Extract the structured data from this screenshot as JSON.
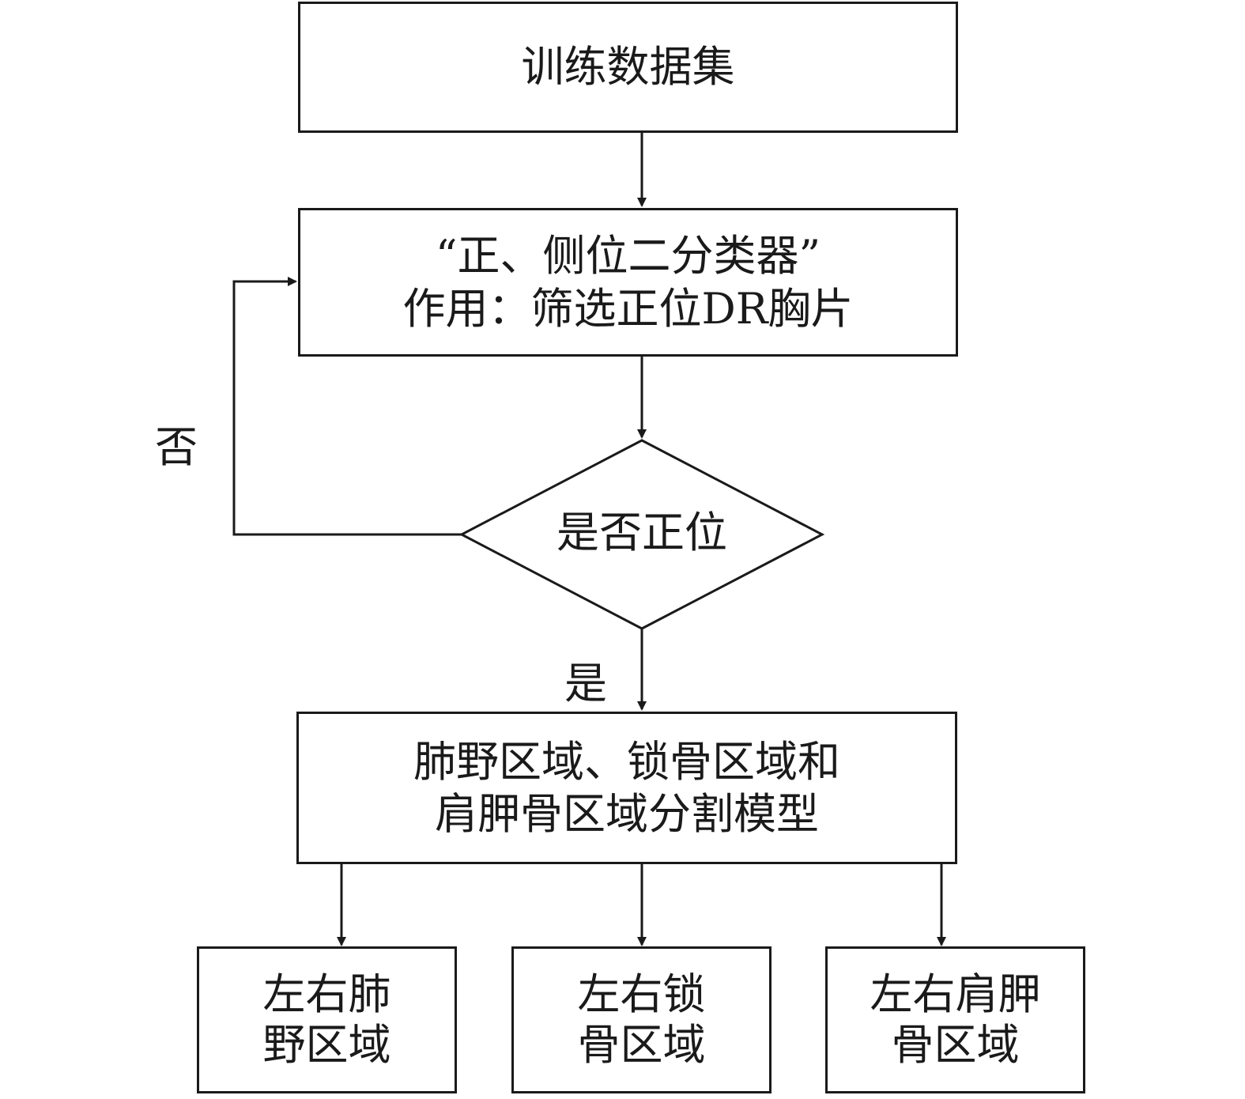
{
  "nodes": {
    "dataset": {
      "label": "训练数据集"
    },
    "classifier": {
      "line1": "“正、侧位二分类器”",
      "line2": "作用：筛选正位DR胸片"
    },
    "decision": {
      "label": "是否正位"
    },
    "segmentation": {
      "line1": "肺野区域、锁骨区域和",
      "line2": "肩胛骨区域分割模型"
    },
    "lung": {
      "line1": "左右肺",
      "line2": "野区域"
    },
    "clavicle": {
      "line1": "左右锁",
      "line2": "骨区域"
    },
    "scapula": {
      "line1": "左右肩胛",
      "line2": "骨区域"
    }
  },
  "edges": {
    "no_label": "否",
    "yes_label": "是"
  },
  "colors": {
    "stroke": "#1a1a1a",
    "background": "#ffffff"
  }
}
